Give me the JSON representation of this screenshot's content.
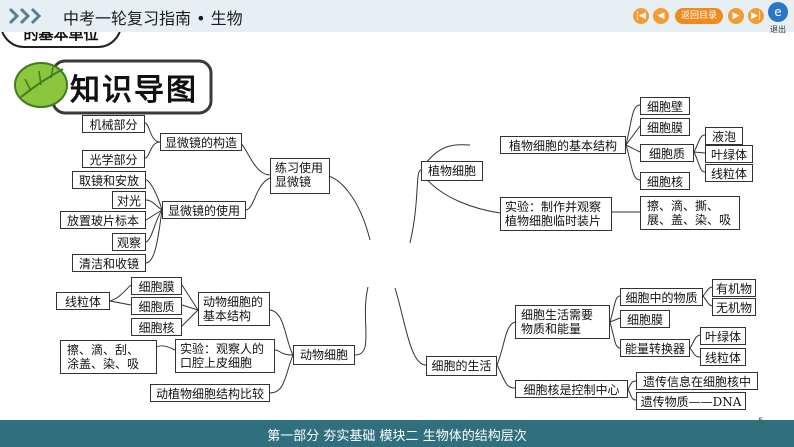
{
  "header": {
    "title": "中考一轮复习指南 • 生物",
    "back_label": "返回目录",
    "nav_first": "|◀",
    "nav_prev": "◀",
    "nav_next": "▶",
    "nav_last": "▶|",
    "exit_icon": "e",
    "exit_label": "退出"
  },
  "section_title": "知识导图",
  "center": "细胞是生命活动的基本单位",
  "left": {
    "practice": "练习使用显微镜",
    "structure": "显微镜的构造",
    "mech": "机械部分",
    "optical": "光学部分",
    "use": "显微镜的使用",
    "steps": [
      "取镜和安放",
      "对光",
      "放置玻片标本",
      "观察",
      "清洁和收镜"
    ],
    "animal": "动物细胞",
    "animal_struct": "动物细胞的基本结构",
    "animal_parts": [
      "细胞膜",
      "细胞质",
      "细胞核"
    ],
    "mito": "线粒体",
    "exp": "实验：观察人的口腔上皮细胞",
    "exp_steps": "擦、滴、刮、涂盖、染、吸",
    "compare": "动植物细胞结构比较"
  },
  "right": {
    "plant": "植物细胞",
    "plant_struct": "植物细胞的基本结构",
    "plant_parts": [
      "细胞壁",
      "细胞膜",
      "细胞质",
      "细胞核"
    ],
    "organelles": [
      "液泡",
      "叶绿体",
      "线粒体"
    ],
    "exp": "实验：制作并观察植物细胞临时装片",
    "exp_steps": "擦、滴、撕、展、盖、染、吸",
    "life": "细胞的生活",
    "need": "细胞生活需要物质和能量",
    "substances": "细胞中的物质",
    "organic": "有机物",
    "inorganic": "无机物",
    "membrane": "细胞膜",
    "converter": "能量转换器",
    "conv_items": [
      "叶绿体",
      "线粒体"
    ],
    "nucleus_ctrl": "细胞核是控制中心",
    "genetic_info": "遗传信息在细胞核中",
    "genetic_material": "遗传物质——DNA"
  },
  "footer": {
    "text": "第一部分    夯实基础    模块二    生物体的结构层次",
    "page": "5"
  }
}
